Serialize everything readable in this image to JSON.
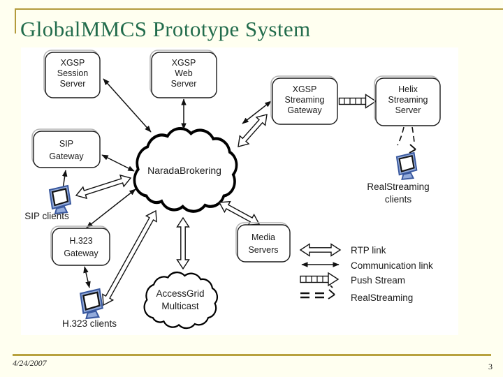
{
  "slide": {
    "title": "GlobalMMCS Prototype System",
    "date": "4/24/2007",
    "page_number": "3",
    "colors": {
      "background": "#fffff0",
      "title_green": "#226c4c",
      "border_gold": "#b39b3c",
      "diagram_background": "#ffffff",
      "client_icon_blue": "#93abdb"
    }
  },
  "diagram": {
    "nodes": {
      "xgsp_session_server": {
        "lines": [
          "XGSP",
          "Session",
          "Server"
        ]
      },
      "xgsp_web_server": {
        "lines": [
          "XGSP",
          "Web",
          "Server"
        ]
      },
      "xgsp_streaming_gateway": {
        "lines": [
          "XGSP",
          "Streaming",
          "Gateway"
        ]
      },
      "helix_streaming_server": {
        "lines": [
          "Helix",
          "Streaming",
          "Server"
        ]
      },
      "sip_gateway": {
        "lines": [
          "SIP",
          "Gateway"
        ]
      },
      "h323_gateway": {
        "lines": [
          "H.323",
          "Gateway"
        ]
      },
      "media_servers": {
        "lines": [
          "Media",
          "Servers"
        ]
      },
      "naradabrokering_cloud": {
        "label": "NaradaBrokering"
      },
      "accessgrid_multicast_cloud": {
        "lines": [
          "AccessGrid",
          "Multicast"
        ]
      },
      "sip_clients": {
        "label": "SIP clients"
      },
      "h323_clients": {
        "label": "H.323 clients"
      },
      "realstreaming_clients": {
        "lines": [
          "RealStreaming",
          "clients"
        ]
      }
    },
    "legend": [
      {
        "symbol": "rtp-arrow",
        "label": "RTP link"
      },
      {
        "symbol": "communication-arrow",
        "label": "Communication link"
      },
      {
        "symbol": "push-stream-arrow",
        "label": "Push Stream"
      },
      {
        "symbol": "realstreaming-arrow",
        "label": "RealStreaming"
      }
    ]
  }
}
